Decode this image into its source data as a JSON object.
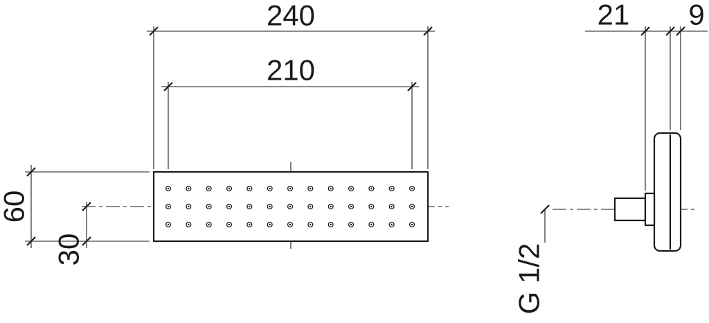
{
  "drawing": {
    "front_view": {
      "dim_overall_width": "240",
      "dim_nozzle_field_width": "210",
      "dim_height": "60",
      "dim_row_offset": "30",
      "nozzles": {
        "rows": 3,
        "cols": 13
      }
    },
    "side_view": {
      "dim_projection": "21",
      "dim_plate_depth": "9",
      "thread_label": "G 1/2"
    },
    "colors": {
      "line": "#1a1a1a",
      "background": "#ffffff"
    }
  }
}
